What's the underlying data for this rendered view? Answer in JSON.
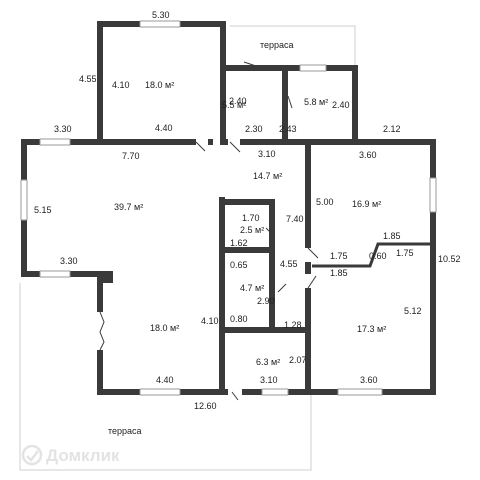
{
  "terrace_top": "терраса",
  "terrace_bottom": "терраса",
  "areas": [
    "18.0 м²",
    "5.5 м²",
    "5.8 м²",
    "39.7 м²",
    "14.7 м²",
    "16.9 м²",
    "2.5 м²",
    "4.7 м²",
    "18.0 м²",
    "17.3 м²",
    "6.3 м²"
  ],
  "dimensions": [
    "5.30",
    "4.55",
    "4.10",
    "2.40",
    "2.40",
    "3.30",
    "4.40",
    "2.30",
    "2.43",
    "2.12",
    "7.70",
    "3.10",
    "3.60",
    "5.15",
    "1.70",
    "7.40",
    "5.00",
    "1.62",
    "1.85",
    "1.75",
    "0.60",
    "1.75",
    "10.52",
    "3.30",
    "0.65",
    "4.55",
    "1.85",
    "2.90",
    "5.12",
    "4.10",
    "0.80",
    "1.28",
    "2.07",
    "4.40",
    "3.10",
    "3.60",
    "12.60"
  ],
  "watermark": "Домклик",
  "colors": {
    "wall": "#3a3a3a",
    "window": "#ffffff",
    "text": "#222222",
    "watermark": "#e3e3e3"
  }
}
